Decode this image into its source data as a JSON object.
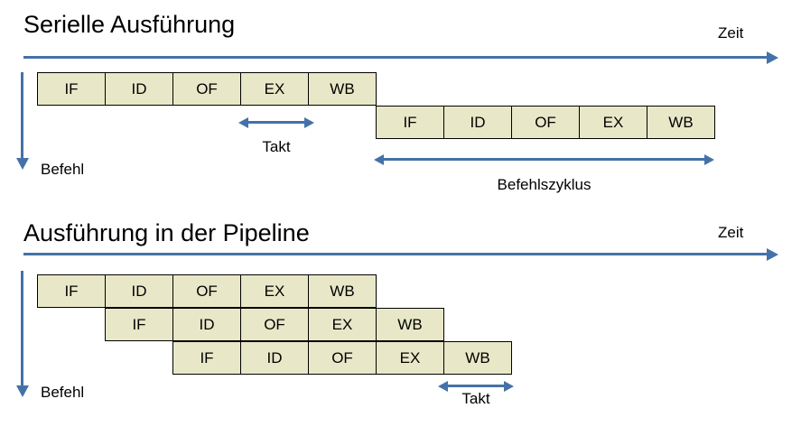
{
  "colors": {
    "box_fill": "#E8E8C8",
    "box_border": "#000000",
    "arrow_blue": "#4472A8",
    "text": "#000000",
    "background": "#FFFFFF"
  },
  "sections": {
    "serial": {
      "title": "Serielle Ausführung",
      "time_axis_label": "Zeit",
      "instruction_axis_label": "Befehl",
      "rows": [
        {
          "stages": [
            "IF",
            "ID",
            "OF",
            "EX",
            "WB"
          ]
        },
        {
          "stages": [
            "IF",
            "ID",
            "OF",
            "EX",
            "WB"
          ]
        }
      ],
      "annotations": [
        {
          "label": "Takt"
        },
        {
          "label": "Befehlszyklus"
        }
      ]
    },
    "pipeline": {
      "title": "Ausführung in der Pipeline",
      "time_axis_label": "Zeit",
      "instruction_axis_label": "Befehl",
      "rows": [
        {
          "stages": [
            "IF",
            "ID",
            "OF",
            "EX",
            "WB"
          ]
        },
        {
          "stages": [
            "IF",
            "ID",
            "OF",
            "EX",
            "WB"
          ]
        },
        {
          "stages": [
            "IF",
            "ID",
            "OF",
            "EX",
            "WB"
          ]
        }
      ],
      "annotations": [
        {
          "label": "Takt"
        }
      ]
    }
  }
}
